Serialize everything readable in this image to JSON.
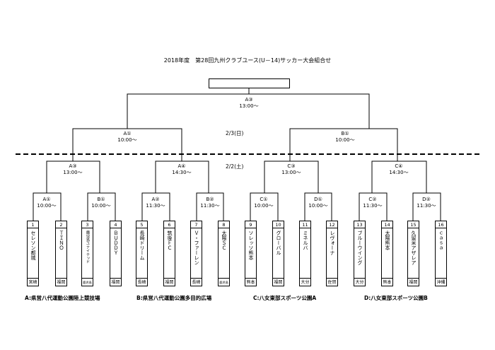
{
  "title": "2018年度　第28回九州クラブユース(U－14)サッカー大会組合せ",
  "final": {
    "label": "A③",
    "time": "13:00～"
  },
  "day_labels": {
    "day2": "2/3(日)",
    "day1": "2/2(土)"
  },
  "semis": [
    {
      "label": "A①",
      "time": "10:00～"
    },
    {
      "label": "B①",
      "time": "10:00～"
    }
  ],
  "quarters": [
    {
      "label": "A③",
      "time": "13:00～"
    },
    {
      "label": "A④",
      "time": "14:30～"
    },
    {
      "label": "C③",
      "time": "13:00～"
    },
    {
      "label": "C④",
      "time": "14:30～"
    }
  ],
  "round1": [
    {
      "label": "A①",
      "time": "10:00～"
    },
    {
      "label": "B①",
      "time": "10:00～"
    },
    {
      "label": "A②",
      "time": "11:30～"
    },
    {
      "label": "B②",
      "time": "11:30～"
    },
    {
      "label": "C①",
      "time": "10:00～"
    },
    {
      "label": "D①",
      "time": "10:00～"
    },
    {
      "label": "C②",
      "time": "11:30～"
    },
    {
      "label": "D②",
      "time": "11:30～"
    }
  ],
  "teams": [
    {
      "num": "1",
      "name": "セレソン都城",
      "pref": "宮崎"
    },
    {
      "num": "2",
      "name": "ＴＩＮＯ",
      "pref": "福岡"
    },
    {
      "num": "3",
      "name": "鹿児島ユナイテッド",
      "pref": "鹿児島"
    },
    {
      "num": "4",
      "name": "ＢＵＤＤＹ",
      "pref": "福岡"
    },
    {
      "num": "5",
      "name": "長崎ドリーム",
      "pref": "長崎"
    },
    {
      "num": "6",
      "name": "筑後ＦＣ",
      "pref": "福岡"
    },
    {
      "num": "7",
      "name": "Ｖ・ファーレン",
      "pref": "長崎"
    },
    {
      "num": "8",
      "name": "太陽ＳＣ",
      "pref": "鹿児島"
    },
    {
      "num": "9",
      "name": "ソレッソ熊本",
      "pref": "熊本"
    },
    {
      "num": "10",
      "name": "グローバル",
      "pref": "福岡"
    },
    {
      "num": "11",
      "name": "ミネルバ",
      "pref": "大分"
    },
    {
      "num": "12",
      "name": "レヴォーナ",
      "pref": "佐賀"
    },
    {
      "num": "13",
      "name": "ブルーウイング",
      "pref": "大分"
    },
    {
      "num": "14",
      "name": "太陽熊本",
      "pref": "熊本"
    },
    {
      "num": "15",
      "name": "久留米アザレア",
      "pref": "福岡"
    },
    {
      "num": "16",
      "name": "ｃａｓａ",
      "pref": "沖縄"
    }
  ],
  "venues": [
    "A:県営八代運動公園陸上競技場",
    "B:県営八代運動公園多目的広場",
    "C:八女東部スポーツ公園A",
    "D:八女東部スポーツ公園B"
  ]
}
